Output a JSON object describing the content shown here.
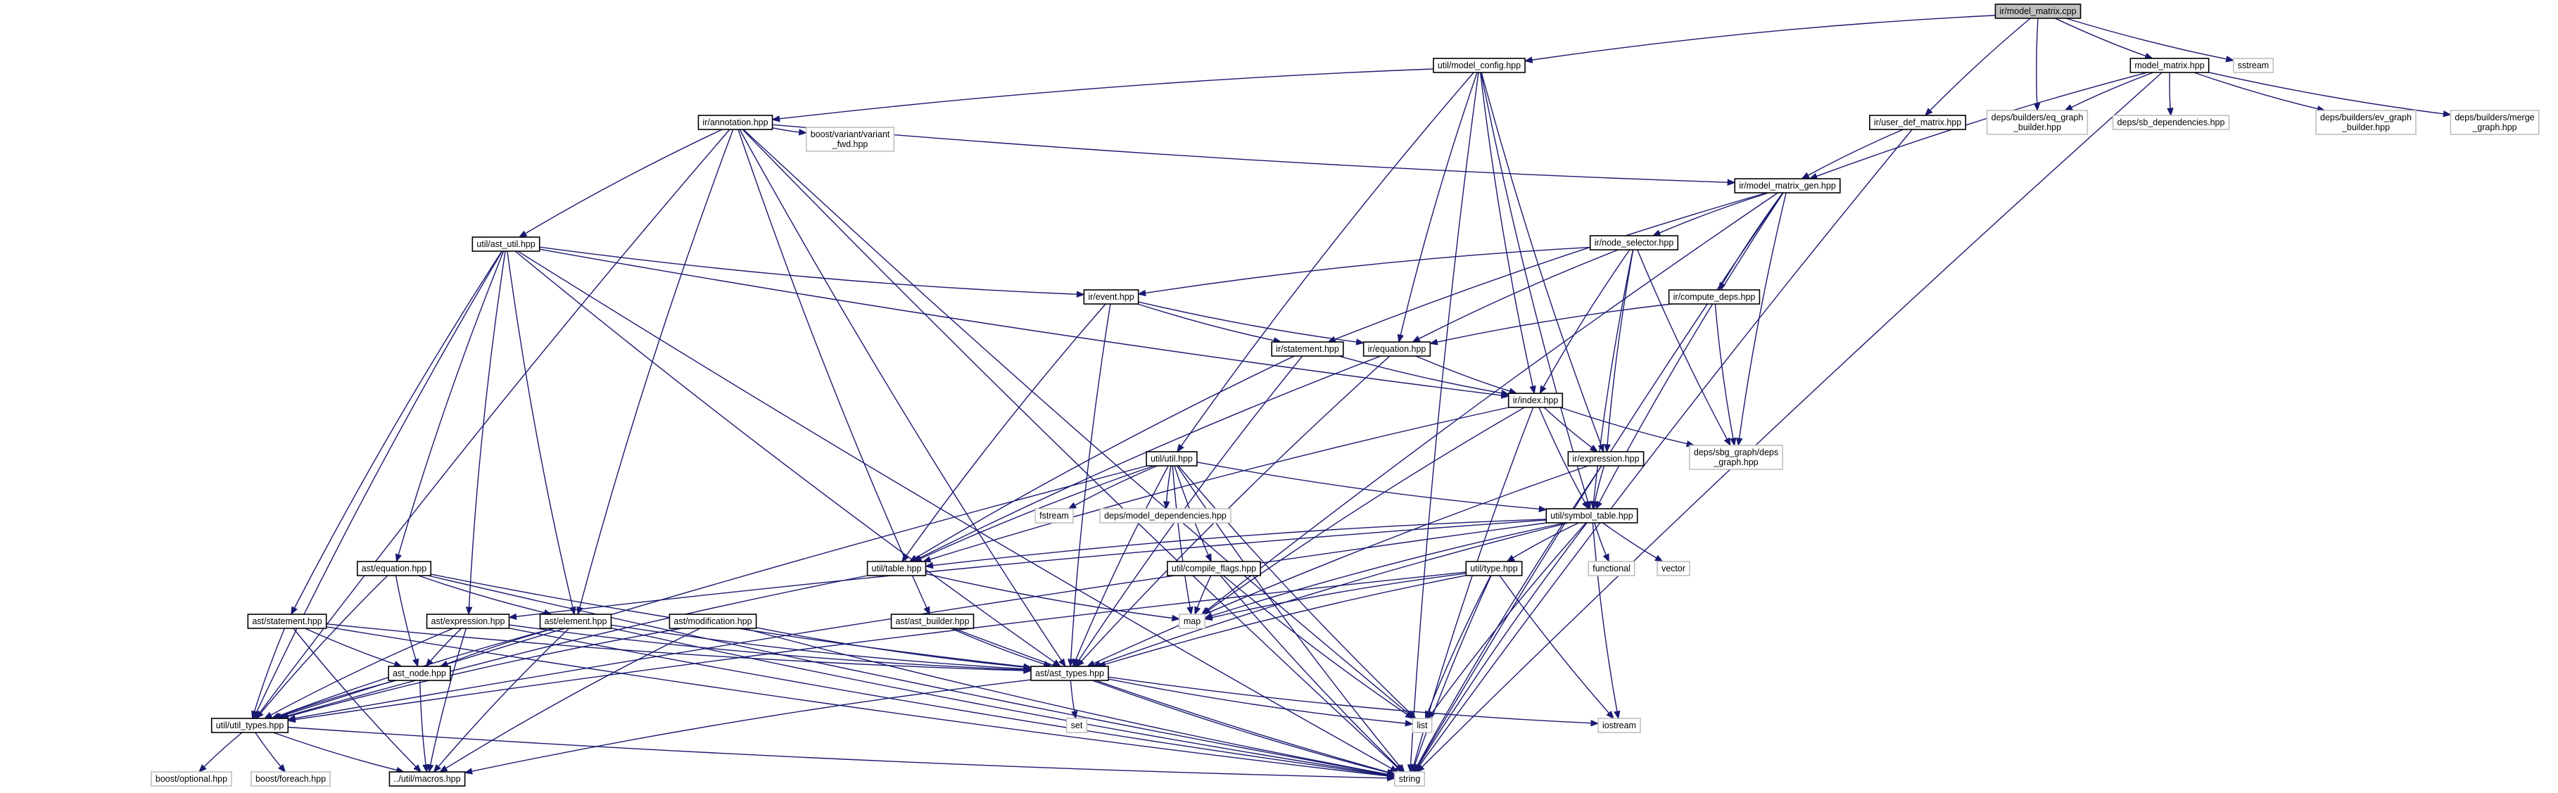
{
  "nodes": [
    {
      "id": "root",
      "lines": [
        "ir/model_matrix.cpp"
      ],
      "kind": "root"
    },
    {
      "id": "model_config",
      "lines": [
        "util/model_config.hpp"
      ],
      "kind": "internal"
    },
    {
      "id": "model_matrix",
      "lines": [
        "model_matrix.hpp"
      ],
      "kind": "internal"
    },
    {
      "id": "sstream",
      "lines": [
        "sstream"
      ],
      "kind": "external"
    },
    {
      "id": "annotation",
      "lines": [
        "ir/annotation.hpp"
      ],
      "kind": "internal"
    },
    {
      "id": "user_def_matrix",
      "lines": [
        "ir/user_def_matrix.hpp"
      ],
      "kind": "internal"
    },
    {
      "id": "eq_graph_builder",
      "lines": [
        "deps/builders/eq_graph",
        "_builder.hpp"
      ],
      "kind": "external"
    },
    {
      "id": "sb_dependencies",
      "lines": [
        "deps/sb_dependencies.hpp"
      ],
      "kind": "external"
    },
    {
      "id": "ev_graph_builder",
      "lines": [
        "deps/builders/ev_graph",
        "_builder.hpp"
      ],
      "kind": "external"
    },
    {
      "id": "merge_graph",
      "lines": [
        "deps/builders/merge",
        "_graph.hpp"
      ],
      "kind": "external"
    },
    {
      "id": "variant_fwd",
      "lines": [
        "boost/variant/variant",
        "_fwd.hpp"
      ],
      "kind": "external"
    },
    {
      "id": "model_matrix_gen",
      "lines": [
        "ir/model_matrix_gen.hpp"
      ],
      "kind": "internal"
    },
    {
      "id": "ast_util",
      "lines": [
        "util/ast_util.hpp"
      ],
      "kind": "internal"
    },
    {
      "id": "node_selector",
      "lines": [
        "ir/node_selector.hpp"
      ],
      "kind": "internal"
    },
    {
      "id": "event",
      "lines": [
        "ir/event.hpp"
      ],
      "kind": "internal"
    },
    {
      "id": "compute_deps",
      "lines": [
        "ir/compute_deps.hpp"
      ],
      "kind": "internal"
    },
    {
      "id": "statement",
      "lines": [
        "ir/statement.hpp"
      ],
      "kind": "internal"
    },
    {
      "id": "equation",
      "lines": [
        "ir/equation.hpp"
      ],
      "kind": "internal"
    },
    {
      "id": "index",
      "lines": [
        "ir/index.hpp"
      ],
      "kind": "internal"
    },
    {
      "id": "sbg_deps_graph",
      "lines": [
        "deps/sbg_graph/deps",
        "_graph.hpp"
      ],
      "kind": "external"
    },
    {
      "id": "util_util",
      "lines": [
        "util/util.hpp"
      ],
      "kind": "internal"
    },
    {
      "id": "ir_expression",
      "lines": [
        "ir/expression.hpp"
      ],
      "kind": "internal"
    },
    {
      "id": "fstream",
      "lines": [
        "fstream"
      ],
      "kind": "external"
    },
    {
      "id": "model_dependencies",
      "lines": [
        "deps/model_dependencies.hpp"
      ],
      "kind": "external"
    },
    {
      "id": "symbol_table",
      "lines": [
        "util/symbol_table.hpp"
      ],
      "kind": "internal"
    },
    {
      "id": "ast_equation",
      "lines": [
        "ast/equation.hpp"
      ],
      "kind": "internal"
    },
    {
      "id": "util_table",
      "lines": [
        "util/table.hpp"
      ],
      "kind": "internal"
    },
    {
      "id": "compile_flags",
      "lines": [
        "util/compile_flags.hpp"
      ],
      "kind": "internal"
    },
    {
      "id": "util_type",
      "lines": [
        "util/type.hpp"
      ],
      "kind": "internal"
    },
    {
      "id": "functional",
      "lines": [
        "functional"
      ],
      "kind": "external"
    },
    {
      "id": "vector",
      "lines": [
        "vector"
      ],
      "kind": "external"
    },
    {
      "id": "ast_statement",
      "lines": [
        "ast/statement.hpp"
      ],
      "kind": "internal"
    },
    {
      "id": "ast_expression",
      "lines": [
        "ast/expression.hpp"
      ],
      "kind": "internal"
    },
    {
      "id": "ast_element",
      "lines": [
        "ast/element.hpp"
      ],
      "kind": "internal"
    },
    {
      "id": "ast_modification",
      "lines": [
        "ast/modification.hpp"
      ],
      "kind": "internal"
    },
    {
      "id": "ast_builder",
      "lines": [
        "ast/ast_builder.hpp"
      ],
      "kind": "internal"
    },
    {
      "id": "map",
      "lines": [
        "map"
      ],
      "kind": "external"
    },
    {
      "id": "ast_node",
      "lines": [
        "ast_node.hpp"
      ],
      "kind": "internal"
    },
    {
      "id": "ast_types",
      "lines": [
        "ast/ast_types.hpp"
      ],
      "kind": "internal"
    },
    {
      "id": "util_types",
      "lines": [
        "util/util_types.hpp"
      ],
      "kind": "internal"
    },
    {
      "id": "set",
      "lines": [
        "set"
      ],
      "kind": "external"
    },
    {
      "id": "list",
      "lines": [
        "list"
      ],
      "kind": "external"
    },
    {
      "id": "iostream",
      "lines": [
        "iostream"
      ],
      "kind": "external"
    },
    {
      "id": "boost_optional",
      "lines": [
        "boost/optional.hpp"
      ],
      "kind": "external"
    },
    {
      "id": "boost_foreach",
      "lines": [
        "boost/foreach.hpp"
      ],
      "kind": "external"
    },
    {
      "id": "macros",
      "lines": [
        "../util/macros.hpp"
      ],
      "kind": "internal"
    },
    {
      "id": "string",
      "lines": [
        "string"
      ],
      "kind": "external"
    }
  ],
  "edges": [
    [
      "root",
      "model_config"
    ],
    [
      "root",
      "model_matrix"
    ],
    [
      "root",
      "sstream"
    ],
    [
      "root",
      "user_def_matrix"
    ],
    [
      "root",
      "eq_graph_builder"
    ],
    [
      "model_config",
      "annotation"
    ],
    [
      "model_config",
      "util_util"
    ],
    [
      "model_config",
      "equation"
    ],
    [
      "model_config",
      "index"
    ],
    [
      "model_config",
      "ir_expression"
    ],
    [
      "model_config",
      "symbol_table"
    ],
    [
      "model_config",
      "string"
    ],
    [
      "model_matrix",
      "model_matrix_gen"
    ],
    [
      "model_matrix",
      "eq_graph_builder"
    ],
    [
      "model_matrix",
      "sb_dependencies"
    ],
    [
      "model_matrix",
      "ev_graph_builder"
    ],
    [
      "model_matrix",
      "merge_graph"
    ],
    [
      "model_matrix",
      "string"
    ],
    [
      "user_def_matrix",
      "model_matrix_gen"
    ],
    [
      "user_def_matrix",
      "string"
    ],
    [
      "annotation",
      "variant_fwd"
    ],
    [
      "annotation",
      "model_matrix_gen"
    ],
    [
      "annotation",
      "ast_util"
    ],
    [
      "annotation",
      "util_types"
    ],
    [
      "annotation",
      "ast_element"
    ],
    [
      "annotation",
      "ast_builder"
    ],
    [
      "annotation",
      "ast_types"
    ],
    [
      "annotation",
      "list"
    ],
    [
      "annotation",
      "string"
    ],
    [
      "model_matrix_gen",
      "node_selector"
    ],
    [
      "model_matrix_gen",
      "compute_deps"
    ],
    [
      "model_matrix_gen",
      "statement"
    ],
    [
      "model_matrix_gen",
      "sbg_deps_graph"
    ],
    [
      "model_matrix_gen",
      "symbol_table"
    ],
    [
      "model_matrix_gen",
      "map"
    ],
    [
      "model_matrix_gen",
      "string"
    ],
    [
      "ast_util",
      "event"
    ],
    [
      "ast_util",
      "index"
    ],
    [
      "ast_util",
      "ast_equation"
    ],
    [
      "ast_util",
      "ast_statement"
    ],
    [
      "ast_util",
      "ast_expression"
    ],
    [
      "ast_util",
      "ast_types"
    ],
    [
      "ast_util",
      "util_types"
    ],
    [
      "ast_util",
      "ast_element"
    ],
    [
      "ast_util",
      "string"
    ],
    [
      "node_selector",
      "event"
    ],
    [
      "node_selector",
      "equation"
    ],
    [
      "node_selector",
      "index"
    ],
    [
      "node_selector",
      "ir_expression"
    ],
    [
      "node_selector",
      "sbg_deps_graph"
    ],
    [
      "node_selector",
      "symbol_table"
    ],
    [
      "compute_deps",
      "equation"
    ],
    [
      "compute_deps",
      "sbg_deps_graph"
    ],
    [
      "event",
      "statement"
    ],
    [
      "event",
      "equation"
    ],
    [
      "event",
      "util_table"
    ],
    [
      "event",
      "ast_types"
    ],
    [
      "statement",
      "index"
    ],
    [
      "statement",
      "util_table"
    ],
    [
      "statement",
      "ast_types"
    ],
    [
      "equation",
      "index"
    ],
    [
      "equation",
      "util_table"
    ],
    [
      "equation",
      "ast_types"
    ],
    [
      "index",
      "ir_expression"
    ],
    [
      "index",
      "symbol_table"
    ],
    [
      "index",
      "util_table"
    ],
    [
      "index",
      "sbg_deps_graph"
    ],
    [
      "index",
      "map"
    ],
    [
      "index",
      "string"
    ],
    [
      "util_util",
      "fstream"
    ],
    [
      "util_util",
      "model_dependencies"
    ],
    [
      "util_util",
      "symbol_table"
    ],
    [
      "util_util",
      "util_table"
    ],
    [
      "util_util",
      "compile_flags"
    ],
    [
      "util_util",
      "map"
    ],
    [
      "util_util",
      "list"
    ],
    [
      "util_util",
      "ast_types"
    ],
    [
      "util_util",
      "util_types"
    ],
    [
      "util_util",
      "string"
    ],
    [
      "ir_expression",
      "symbol_table"
    ],
    [
      "ir_expression",
      "ast_types"
    ],
    [
      "ir_expression",
      "string"
    ],
    [
      "symbol_table",
      "util_type"
    ],
    [
      "symbol_table",
      "util_table"
    ],
    [
      "symbol_table",
      "functional"
    ],
    [
      "symbol_table",
      "vector"
    ],
    [
      "symbol_table",
      "map"
    ],
    [
      "symbol_table",
      "list"
    ],
    [
      "symbol_table",
      "iostream"
    ],
    [
      "symbol_table",
      "ast_types"
    ],
    [
      "symbol_table",
      "ast_expression"
    ],
    [
      "symbol_table",
      "util_types"
    ],
    [
      "symbol_table",
      "string"
    ],
    [
      "util_table",
      "map"
    ],
    [
      "util_table",
      "util_types"
    ],
    [
      "compile_flags",
      "map"
    ],
    [
      "compile_flags",
      "list"
    ],
    [
      "compile_flags",
      "string"
    ],
    [
      "util_type",
      "map"
    ],
    [
      "util_type",
      "ast_types"
    ],
    [
      "util_type",
      "list"
    ],
    [
      "util_type",
      "iostream"
    ],
    [
      "util_type",
      "util_types"
    ],
    [
      "util_type",
      "string"
    ],
    [
      "ast_equation",
      "ast_element"
    ],
    [
      "ast_equation",
      "ast_node"
    ],
    [
      "ast_equation",
      "ast_types"
    ],
    [
      "ast_equation",
      "util_types"
    ],
    [
      "ast_equation",
      "string"
    ],
    [
      "ast_statement",
      "ast_node"
    ],
    [
      "ast_statement",
      "ast_types"
    ],
    [
      "ast_statement",
      "util_types"
    ],
    [
      "ast_statement",
      "macros"
    ],
    [
      "ast_statement",
      "string"
    ],
    [
      "ast_expression",
      "ast_node"
    ],
    [
      "ast_expression",
      "ast_types"
    ],
    [
      "ast_expression",
      "util_types"
    ],
    [
      "ast_expression",
      "macros"
    ],
    [
      "ast_expression",
      "string"
    ],
    [
      "ast_element",
      "ast_node"
    ],
    [
      "ast_element",
      "ast_types"
    ],
    [
      "ast_element",
      "util_types"
    ],
    [
      "ast_element",
      "macros"
    ],
    [
      "ast_element",
      "string"
    ],
    [
      "ast_modification",
      "ast_types"
    ],
    [
      "ast_modification",
      "util_types"
    ],
    [
      "ast_modification",
      "macros"
    ],
    [
      "ast_modification",
      "string"
    ],
    [
      "ast_builder",
      "ast_types"
    ],
    [
      "ast_builder",
      "string"
    ],
    [
      "ast_node",
      "util_types"
    ],
    [
      "ast_node",
      "macros"
    ],
    [
      "ast_types",
      "set"
    ],
    [
      "ast_types",
      "list"
    ],
    [
      "ast_types",
      "iostream"
    ],
    [
      "ast_types",
      "macros"
    ],
    [
      "ast_types",
      "string"
    ],
    [
      "util_types",
      "boost_optional"
    ],
    [
      "util_types",
      "boost_foreach"
    ],
    [
      "util_types",
      "macros"
    ],
    [
      "util_types",
      "string"
    ]
  ]
}
